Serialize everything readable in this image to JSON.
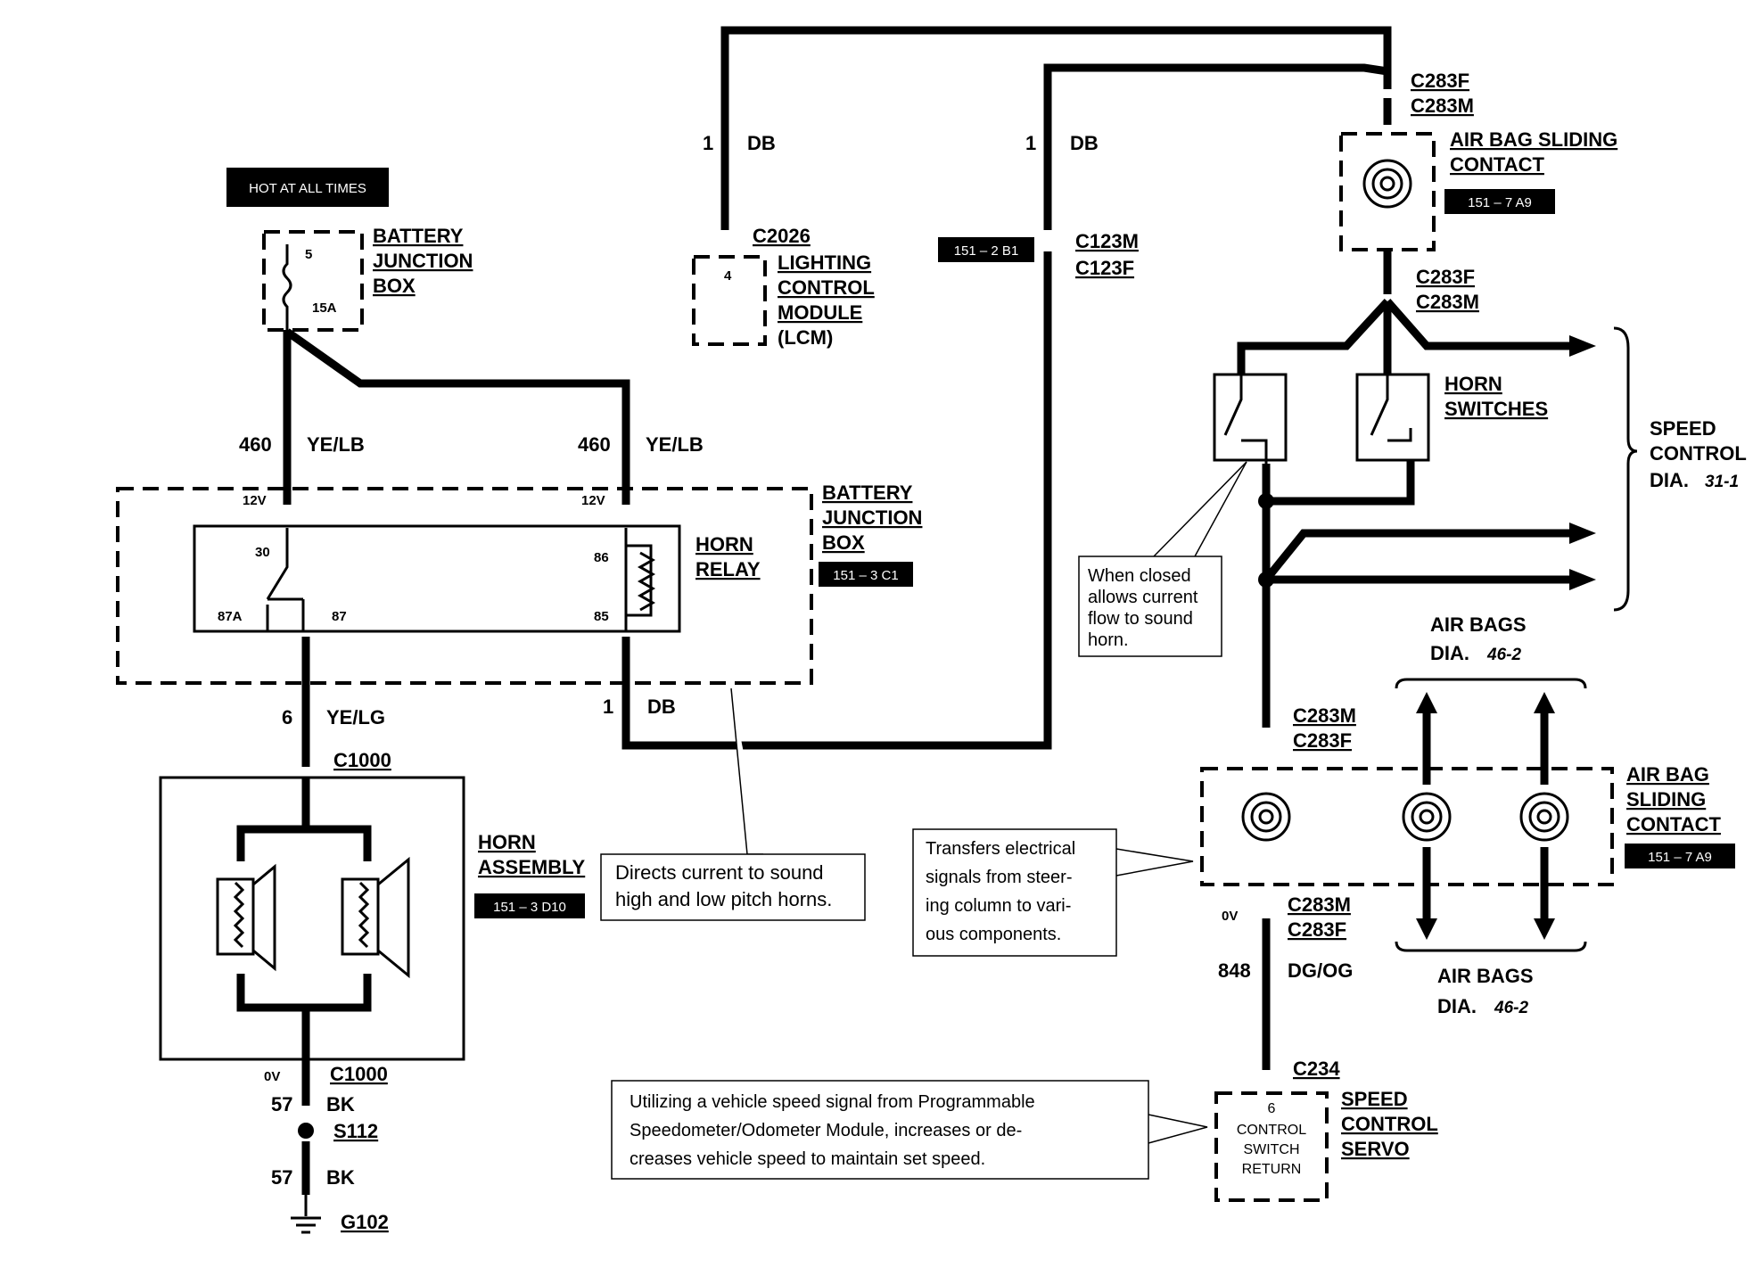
{
  "badges": {
    "hot_at_all_times": "HOT AT ALL TIMES",
    "relay_ref": "151 – 3 C1",
    "horn_assembly_ref": "151 – 3 D10",
    "c123_ref": "151 – 2 B1",
    "air_bag_top_ref": "151 – 7 A9",
    "air_bag_bottom_ref": "151 – 7 A9"
  },
  "components": {
    "battery_junction_box_top": [
      "BATTERY",
      "JUNCTION",
      "BOX"
    ],
    "battery_junction_box_relay": [
      "BATTERY",
      "JUNCTION",
      "BOX"
    ],
    "horn_relay": [
      "HORN",
      "RELAY"
    ],
    "lighting_control_module": [
      "LIGHTING",
      "CONTROL",
      "MODULE",
      "(LCM)"
    ],
    "horn_assembly": [
      "HORN",
      "ASSEMBLY"
    ],
    "air_bag_sliding_contact_top": [
      "AIR BAG SLIDING",
      "CONTACT"
    ],
    "air_bag_sliding_contact_bottom": [
      "AIR BAG",
      "SLIDING",
      "CONTACT"
    ],
    "horn_switches": [
      "HORN",
      "SWITCHES"
    ],
    "speed_control_servo": [
      "SPEED",
      "CONTROL",
      "SERVO"
    ],
    "servo_inner": [
      "CONTROL",
      "SWITCH",
      "RETURN"
    ]
  },
  "connectors": {
    "c2026": "C2026",
    "c123m": "C123M",
    "c123f": "C123F",
    "c283f_top1": "C283F",
    "c283m_top1": "C283M",
    "c283f_top2": "C283F",
    "c283m_top2": "C283M",
    "c283m_mid": "C283M",
    "c283f_mid": "C283F",
    "c283m_low": "C283M",
    "c283f_low": "C283F",
    "c1000_top": "C1000",
    "c1000_bot": "C1000",
    "s112": "S112",
    "g102": "G102",
    "c234": "C234"
  },
  "wires": {
    "w460_left_num": "460",
    "w460_left_color": "YE/LB",
    "w460_right_num": "460",
    "w460_right_color": "YE/LB",
    "w1_lcm_num": "1",
    "w1_lcm_color": "DB",
    "w1_c123_num": "1",
    "w1_c123_color": "DB",
    "w1_relay_num": "1",
    "w1_relay_color": "DB",
    "w6_num": "6",
    "w6_color": "YE/LG",
    "w57_top_num": "57",
    "w57_top_color": "BK",
    "w57_bot_num": "57",
    "w57_bot_color": "BK",
    "w848_num": "848",
    "w848_color": "DG/OG"
  },
  "pins": {
    "fuse_num": "5",
    "fuse_amp": "15A",
    "lcm_pin": "4",
    "relay_30": "30",
    "relay_86": "86",
    "relay_87a": "87A",
    "relay_87": "87",
    "relay_85": "85",
    "v12_left": "12V",
    "v12_right": "12V",
    "ov_horn": "0V",
    "ov_servo": "0V",
    "servo_pin": "6"
  },
  "references": {
    "speed_control": [
      "SPEED",
      "CONTROL",
      "DIA."
    ],
    "speed_control_num": "31-1",
    "air_bags_top": [
      "AIR BAGS",
      "DIA."
    ],
    "air_bags_top_num": "46-2",
    "air_bags_bottom": [
      "AIR BAGS",
      "DIA."
    ],
    "air_bags_bottom_num": "46-2"
  },
  "notes": {
    "horn_switch": [
      "When  closed",
      "allows current",
      "flow to sound",
      "horn."
    ],
    "relay": [
      "Directs current to sound",
      "high and low pitch horns."
    ],
    "sliding_contact": [
      "Transfers electrical",
      "signals from steer-",
      "ing column to vari-",
      "ous components."
    ],
    "servo": [
      "Utilizing a vehicle speed signal from Programmable",
      "Speedometer/Odometer Module, increases or de-",
      "creases vehicle speed to maintain set speed."
    ]
  }
}
